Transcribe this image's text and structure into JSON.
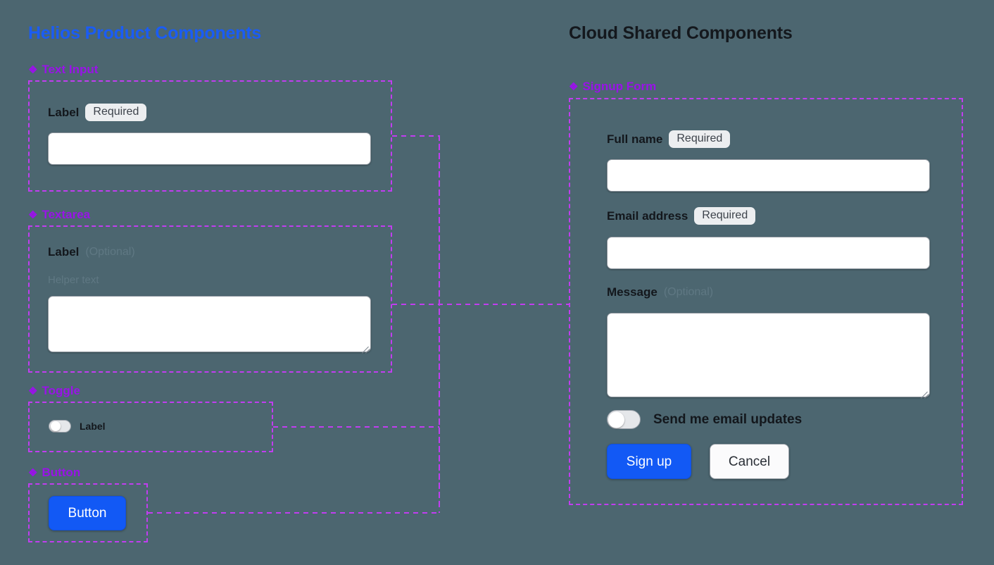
{
  "background_color": "#4c6670",
  "accent_blue": "#1259f5",
  "accent_purple": "#9913e8",
  "dashed_outline_color": "#c13df0",
  "panels": {
    "left": {
      "title": "Helios Product Components",
      "sections": [
        {
          "icon": "diamond-cluster-icon",
          "glyph": "❖",
          "label": "Text Input"
        },
        {
          "icon": "diamond-cluster-icon",
          "glyph": "❖",
          "label": "Textarea"
        },
        {
          "icon": "diamond-cluster-icon",
          "glyph": "❖",
          "label": "Toggle"
        },
        {
          "icon": "diamond-cluster-icon",
          "glyph": "❖",
          "label": "Button"
        }
      ]
    },
    "right": {
      "title": "Cloud Shared Components",
      "sections": [
        {
          "icon": "diamond-cluster-icon",
          "glyph": "❖",
          "label": "Signup Form"
        }
      ]
    }
  },
  "text_input_component": {
    "label": "Label",
    "badge": "Required",
    "value": "",
    "placeholder": ""
  },
  "textarea_component": {
    "label": "Label",
    "optional": "(Optional)",
    "helper": "Helper text",
    "value": "",
    "placeholder": ""
  },
  "toggle_component": {
    "label": "Label",
    "state": "off"
  },
  "button_component": {
    "label": "Button"
  },
  "signup_form": {
    "fields": [
      {
        "label": "Full name",
        "badge": "Required",
        "optional": "",
        "value": "",
        "placeholder": "",
        "type": "text"
      },
      {
        "label": "Email address",
        "badge": "Required",
        "optional": "",
        "value": "",
        "placeholder": "",
        "type": "text"
      },
      {
        "label": "Message",
        "badge": "",
        "optional": "(Optional)",
        "value": "",
        "placeholder": "",
        "type": "textarea"
      }
    ],
    "toggle": {
      "label": "Send me email updates",
      "state": "off"
    },
    "actions": {
      "primary": "Sign up",
      "secondary": "Cancel"
    }
  }
}
